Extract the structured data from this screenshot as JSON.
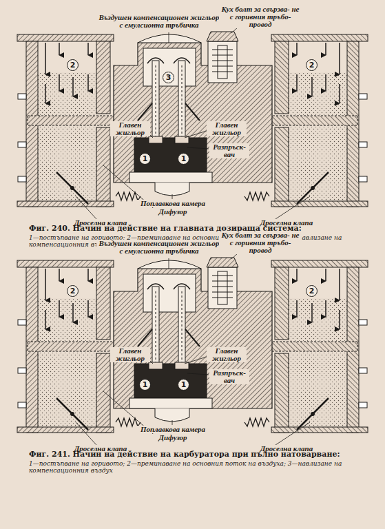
{
  "diagram": {
    "labels": [
      "Въздушен компенсационен жигльор с емулсионна тръбичка",
      "Кух болт за свързва- не с горивния тръбо- провод",
      "2",
      "3",
      "2",
      "Главен жигльор",
      "Главен жигльор",
      "Разпръск- вач",
      "1",
      "1",
      "Поплавкова камера",
      "Дифузор",
      "Дроселна клапа",
      "Дроселна клапа",
      "Фиг. 240. Начин на действие на главната дозираща система:",
      "1—постъпване на горивото; 2—преминаване на основния поток на въздуха; 3—навлизане на компенсационния въздух",
      "Въздушен компенсационен жигльор с емулсионна тръбичка",
      "Кух болт за свързва- не с горивния тръбо- провод",
      "2",
      "2",
      "Главен жигльор",
      "Главен жигльор",
      "Разпръск- вач",
      "1",
      "1",
      "Дроселна клапа",
      "Поплавкова камера",
      "Дифузор",
      "Дроселна клапа",
      "Фиг. 241. Начин на действие на карбуратора при пълно натоварване:",
      "1—постъпване на горивото; 2—преминаване на основния поток на въздуха; 3—навлизане на компенсационния въздух"
    ]
  }
}
